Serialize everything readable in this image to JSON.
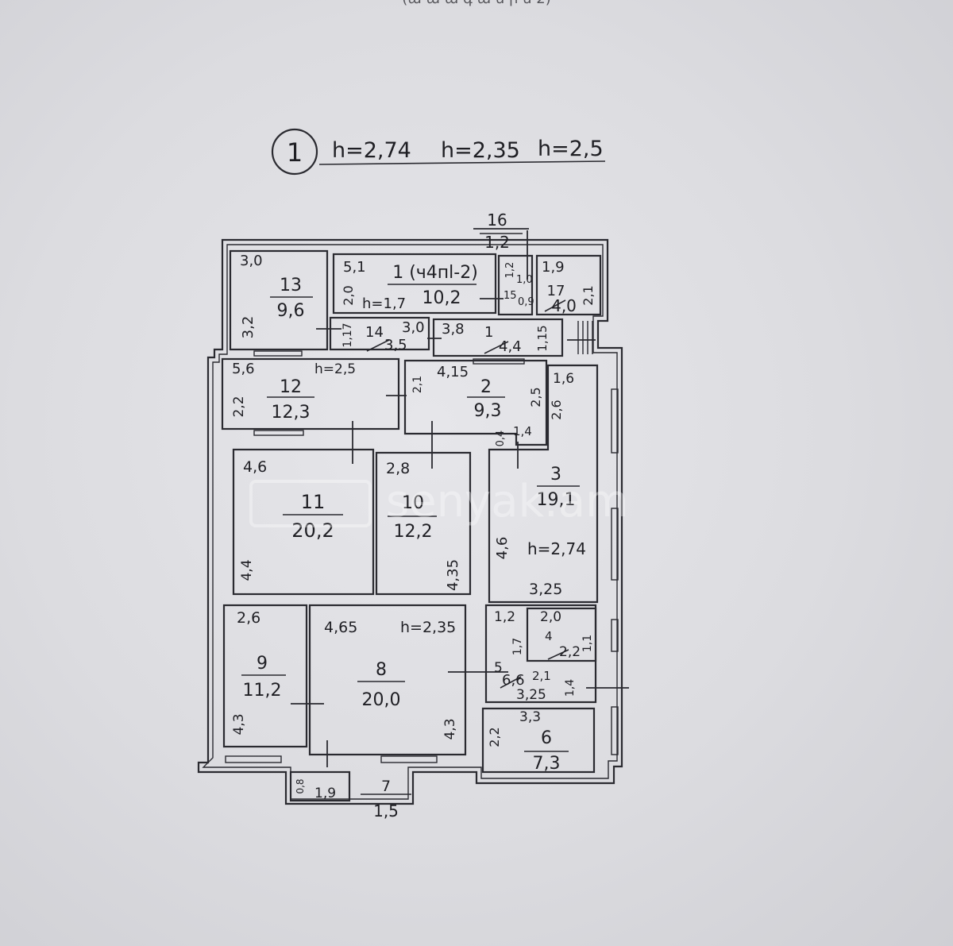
{
  "header": {
    "top_cut_text": "(ա ա ա գ ա ն ր ն 2)",
    "floor_number": "1",
    "heights": [
      "h=2,74",
      "h=2,35",
      "h=2,5"
    ]
  },
  "watermark": "senyak.am",
  "rooms": [
    {
      "key": "r13",
      "number": "13",
      "area": "9,6",
      "dims": [
        "3,0",
        "3,2"
      ]
    },
    {
      "key": "r1",
      "number": "1 (ч4пl-2)",
      "area": "10,2",
      "dims": [
        "5,1",
        "2,0"
      ],
      "height": "h=1,7"
    },
    {
      "key": "r17",
      "number": "17",
      "area": "4,0",
      "dims": [
        "1,9",
        "2,1"
      ]
    },
    {
      "key": "r14",
      "number": "14",
      "area": "3,5",
      "dims": [
        "1,17",
        "3,0"
      ]
    },
    {
      "key": "r16",
      "number": "16",
      "area": "1,2"
    },
    {
      "key": "r15",
      "number": "15",
      "area": "0,9",
      "dims": [
        "1,2",
        "1,0"
      ]
    },
    {
      "key": "rlow1",
      "number": "1",
      "area": "4,4",
      "dims": [
        "3,8",
        "1,15"
      ]
    },
    {
      "key": "r12",
      "number": "12",
      "area": "12,3",
      "dims": [
        "5,6",
        "2,2"
      ],
      "height": "h=2,5"
    },
    {
      "key": "r2",
      "number": "2",
      "area": "9,3",
      "dims": [
        "4,15",
        "2,1",
        "2,5",
        "0,4",
        "1,4"
      ]
    },
    {
      "key": "r3",
      "number": "3",
      "area": "19,1",
      "dims": [
        "1,6",
        "2,6",
        "4,6",
        "3,25"
      ],
      "height": "h=2,74"
    },
    {
      "key": "r11",
      "number": "11",
      "area": "20,2",
      "dims": [
        "4,6",
        "4,4"
      ]
    },
    {
      "key": "r10",
      "number": "10",
      "area": "12,2",
      "dims": [
        "2,8",
        "4,35"
      ]
    },
    {
      "key": "r9",
      "number": "9",
      "area": "11,2",
      "dims": [
        "2,6",
        "4,3"
      ]
    },
    {
      "key": "r8",
      "number": "8",
      "area": "20,0",
      "dims": [
        "4,65",
        "4,3"
      ],
      "height": "h=2,35"
    },
    {
      "key": "r4",
      "number": "4",
      "area": "2,2",
      "dims": [
        "1,2",
        "2,0",
        "1,7",
        "1,1"
      ]
    },
    {
      "key": "r5",
      "number": "5",
      "area": "6,6",
      "dims": [
        "2,1",
        "3,25",
        "1,4"
      ]
    },
    {
      "key": "r6",
      "number": "6",
      "area": "7,3",
      "dims": [
        "3,3",
        "2,2"
      ]
    },
    {
      "key": "r7",
      "number": "7",
      "area": "1,5",
      "dims": [
        "0,8",
        "1,9"
      ]
    }
  ],
  "colors": {
    "paper": "#e2e2e6",
    "ink": "#1f1f24"
  }
}
